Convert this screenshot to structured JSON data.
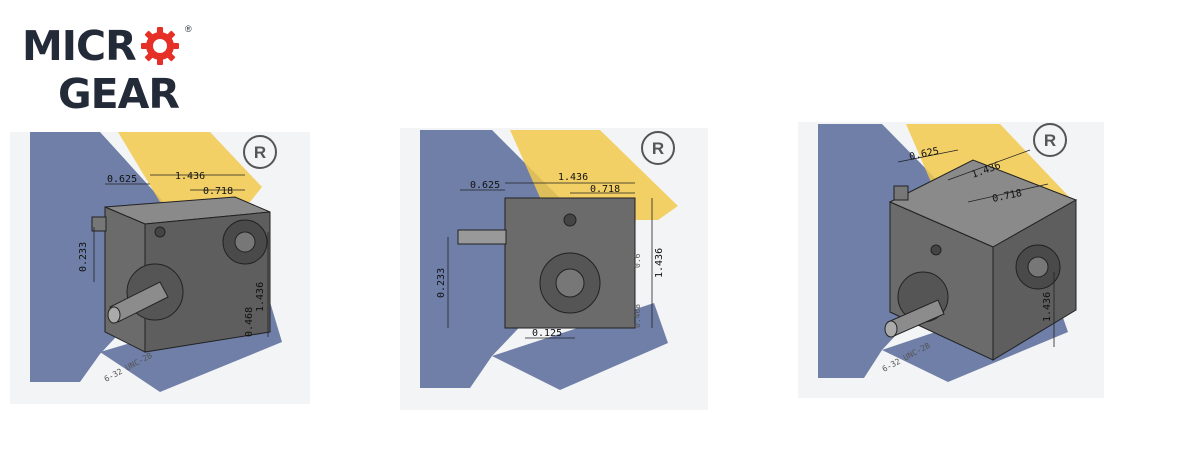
{
  "brand": {
    "line1": "MICR",
    "line2": "GEAR",
    "reg_mark": "®",
    "gear_color": "#e63027",
    "text_color": "#232a38"
  },
  "colors": {
    "blue_shape": "#6f7fa8",
    "yellow_shape": "#f2c94c",
    "orange_shape": "#f0a94b",
    "housing": "#6b6b6b",
    "housing_dark": "#4a4a4a"
  },
  "panels": [
    {
      "view": "isometric-left",
      "reg_mark": "R",
      "dims": {
        "d1": "0.625",
        "d2": "1.436",
        "d3": "0.718",
        "d4": "0.233",
        "d5": "1.436",
        "d6": "0.468",
        "thread": "6-32 UNC-2B"
      }
    },
    {
      "view": "front",
      "reg_mark": "R",
      "dims": {
        "d1": "0.625",
        "d2": "1.436",
        "d3": "0.718",
        "d4": "0.233",
        "d5": "1.436",
        "d6": "0.125",
        "d7": "0.468",
        "d8": "0.6"
      }
    },
    {
      "view": "isometric-right",
      "reg_mark": "R",
      "dims": {
        "d1": "0.625",
        "d2": "1.436",
        "d3": "0.718",
        "d4": "1.436",
        "thread": "6-32 UNC-2B"
      }
    }
  ]
}
